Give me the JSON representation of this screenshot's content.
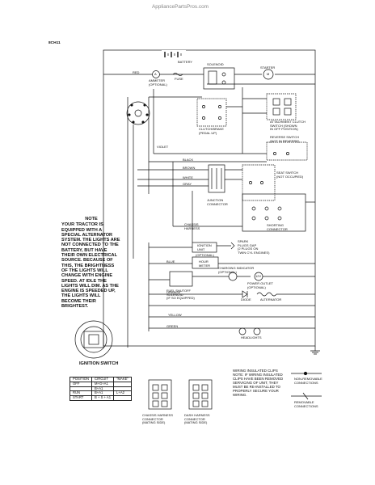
{
  "watermark": "AppliancePartsPros.com",
  "diagram_code": "8CH11",
  "components": {
    "battery": "BATTERY",
    "solenoid": "SOLENOID",
    "starter": "STARTER",
    "starter_symbol": "M",
    "ammeter": "AMMETER\n(OPTIONAL)",
    "ammeter_symbol": "A",
    "fuse": "FUSE",
    "attachment_clutch": "ATTACHMENT CLUTCH\nSWITCH (SHOWN\nIN OFF POSITION)",
    "clutch_brake": "CLUTCH/BRAKE\n(PEDAL UP)",
    "reverse_switch": "REVERSE SWITCH\n(NOT IN REVERSE)",
    "seat_switch": "SEAT SWITCH\n(NOT OCCUPIED)",
    "junction_connector": "JUNCTION\nCONNECTOR",
    "chassis_harness": "CHASSIS\nHARNESS",
    "shorting_connector": "SHORTING\nCONNECTOR",
    "ignition_unit": "IGNITION\nUNIT",
    "spark_plugs": "SPARK\nPLUGS GAP\n(2 PLUGS ON\nTWIN CYL ENGINES)",
    "hour_meter": "HOUR\nMETER",
    "optional": "(OPTIONAL)",
    "fuel_solenoid": "FUEL SHUTOFF\nSOLENOID\n(IF SO EQUIPPED)",
    "charging_indicator": "CHARGING INDICATOR\n(OPTIONAL)",
    "twelve_v": "12V",
    "power_outlet": "POWER OUTLET\n(OPTIONAL)",
    "diode": "DIODE",
    "alternator": "ALTERNATOR",
    "headlights": "HEADLIGHTS",
    "ignition_switch": "IGNITION SWITCH",
    "chassis_connector": "CHASSIS HARNESS\nCONNECTOR\n(MATING SIDE)",
    "dash_connector": "DASH HARNESS\nCONNECTOR\n(MATING SIDE)"
  },
  "wire_colors": {
    "red": "RED",
    "black": "BLACK",
    "white": "WHITE",
    "green": "GREEN",
    "blue": "BLUE",
    "yellow": "YELLOW",
    "brown": "BROWN",
    "violet": "VIOLET",
    "orange": "ORANGE",
    "gray": "GRAY"
  },
  "note": {
    "heading": "NOTE",
    "body": "YOUR TRACTOR IS EQUIPPED WITH A SPECIAL ALTERNATOR SYSTEM. THE LIGHTS ARE NOT CONNECTED TO THE BATTERY, BUT HAVE THEIR OWN ELECTRICAL SOURCE. BECAUSE OF THIS, THE BRIGHTNESS OF THE LIGHTS WILL CHANGE WITH ENGINE SPEED. AT IDLE THE LIGHTS WILL DIM. AS THE ENGINE IS SPEEDED UP, THE LIGHTS WILL BECOME THEIR BRIGHTEST."
  },
  "switch_table": {
    "headers": [
      "POSITION",
      "CIRCUIT",
      "\"MAKE\""
    ],
    "rows": [
      [
        "OFF",
        "M+G+A1",
        ""
      ],
      [
        "",
        "B+A1",
        ""
      ],
      [
        "RUN",
        "B+A1",
        "L+A2"
      ],
      [
        "START",
        "B + S + A1",
        ""
      ]
    ]
  },
  "legend": {
    "clips_note": "WIRING INSULATED CLIPS\nNOTE: IF WIRING INSULATED\nCLIPS HAVE BEEN REMOVED\nSERVICING OF UNIT, THEY\nMUST BE RE-INSTALLED TO\nPROPERLY SECURE YOUR\nWIRING.",
    "non_removable": "NON-REMOVABLE\nCONNECTIONS",
    "removable": "REMOVABLE\nCONNECTIONS"
  }
}
